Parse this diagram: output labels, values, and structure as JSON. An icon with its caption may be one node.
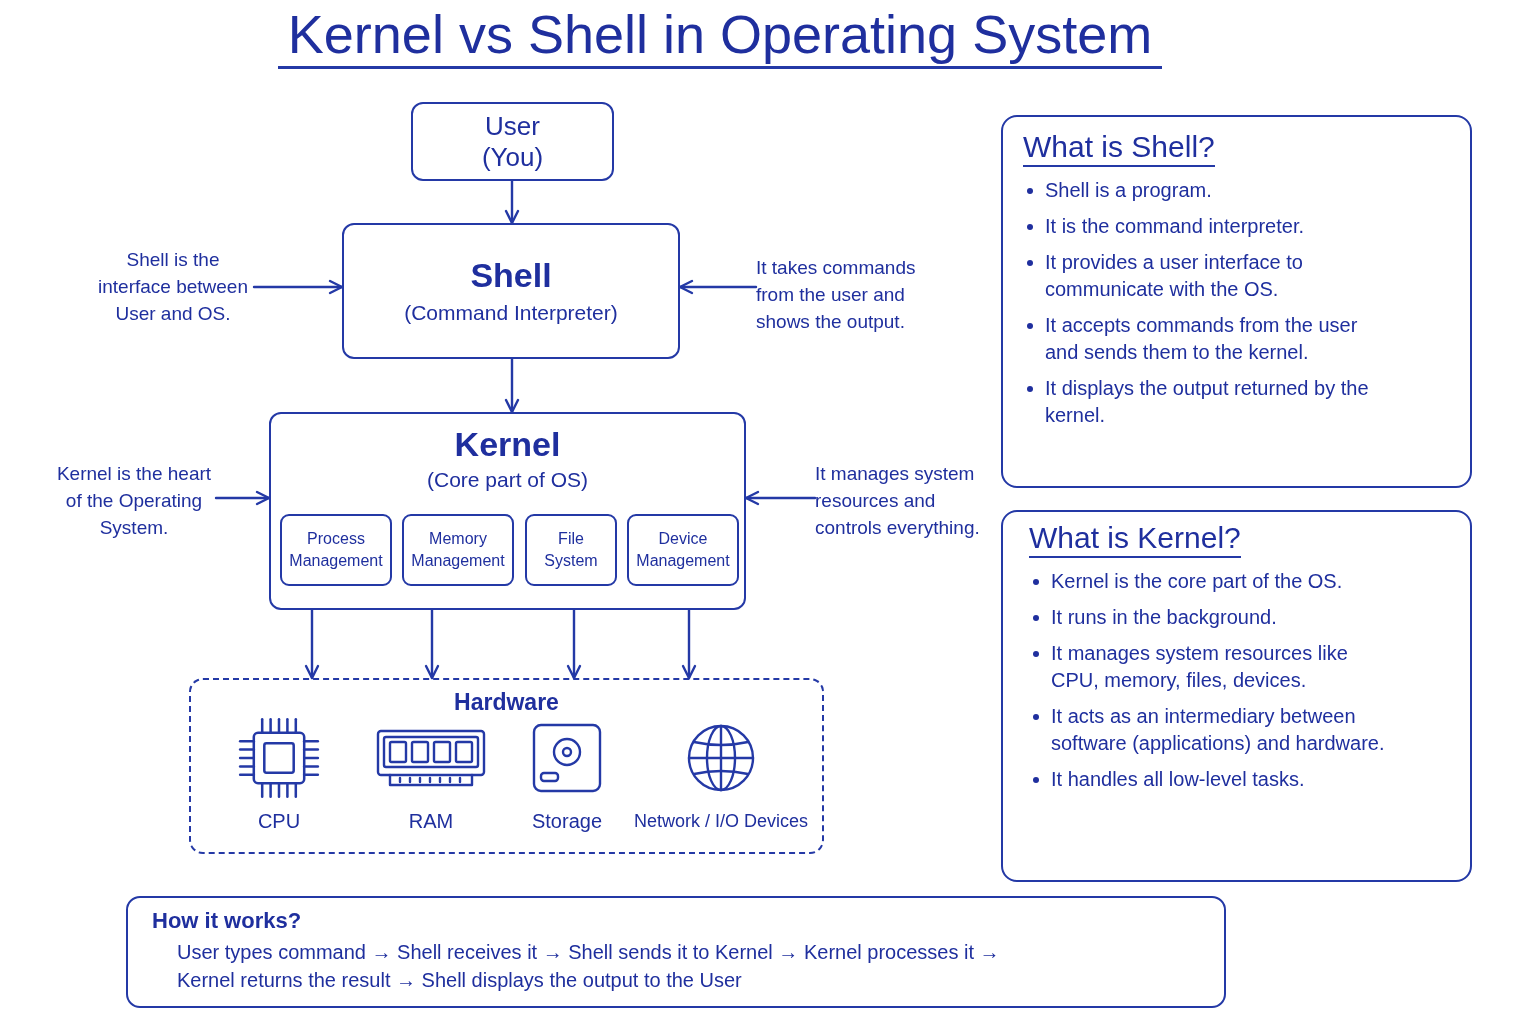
{
  "diagram": {
    "title": "Kernel vs Shell in Operating System",
    "nodes": [
      {
        "text": [
          "User",
          "(You)"
        ]
      },
      {
        "text": [
          "Shell is the interface between User and OS."
        ]
      },
      {
        "text": [
          "Shell",
          "(Command Interpreter)"
        ]
      },
      {
        "text": [
          "It takes commands from the user and shows the output."
        ]
      },
      {
        "text": [
          "Kernel is the heart of the Operating System."
        ]
      },
      {
        "text": [
          "Kernel",
          "(Core part of OS)"
        ]
      },
      {
        "text": [
          "Process Management"
        ],
        "in": 5
      },
      {
        "text": [
          "Memory Management"
        ],
        "in": 5
      },
      {
        "text": [
          "File System"
        ],
        "in": 5
      },
      {
        "text": [
          "Device Management"
        ],
        "in": 5
      },
      {
        "text": [
          "It manages system resources and controls everything."
        ]
      },
      {
        "text": [
          "Hardware"
        ]
      },
      {
        "text": [
          "CPU"
        ],
        "in": 11
      },
      {
        "text": [
          "RAM"
        ],
        "in": 11
      },
      {
        "text": [
          "Storage"
        ],
        "in": 11
      },
      {
        "text": [
          "Network / I/O Devices"
        ],
        "in": 11
      },
      {
        "text": [
          "What is Shell?",
          "Shell is a program.",
          "It is the command interpreter.",
          "It provides a user interface to communicate with the OS.",
          "It accepts commands from the user and sends them to the kernel.",
          "It displays the output returned by the kernel."
        ]
      },
      {
        "text": [
          "What is Kernel?",
          "Kernel is the core part of the OS.",
          "It runs in the background.",
          "It manages system resources like CPU, memory, files, devices.",
          "It acts as an intermediary between software (applications) and hardware.",
          "It handles all low-level tasks."
        ]
      },
      {
        "text": [
          "How it works?",
          "User types command → Shell receives it → Shell sends it to Kernel → Kernel processes it → Kernel returns the result → Shell displays the output to the User"
        ]
      }
    ],
    "edges": [
      {
        "from": 0,
        "to": 2,
        "arrow": "to"
      },
      {
        "from": 1,
        "to": 2,
        "arrow": "to"
      },
      {
        "from": 3,
        "to": 2,
        "arrow": "to"
      },
      {
        "from": 2,
        "to": 5,
        "arrow": "to"
      },
      {
        "from": 4,
        "to": 5,
        "arrow": "to"
      },
      {
        "from": 10,
        "to": 5,
        "arrow": "to"
      },
      {
        "from": 5,
        "to": 11,
        "arrow": "to"
      },
      {
        "from": 5,
        "to": 11,
        "arrow": "to"
      },
      {
        "from": 5,
        "to": 11,
        "arrow": "to"
      },
      {
        "from": 5,
        "to": 11,
        "arrow": "to"
      }
    ]
  }
}
